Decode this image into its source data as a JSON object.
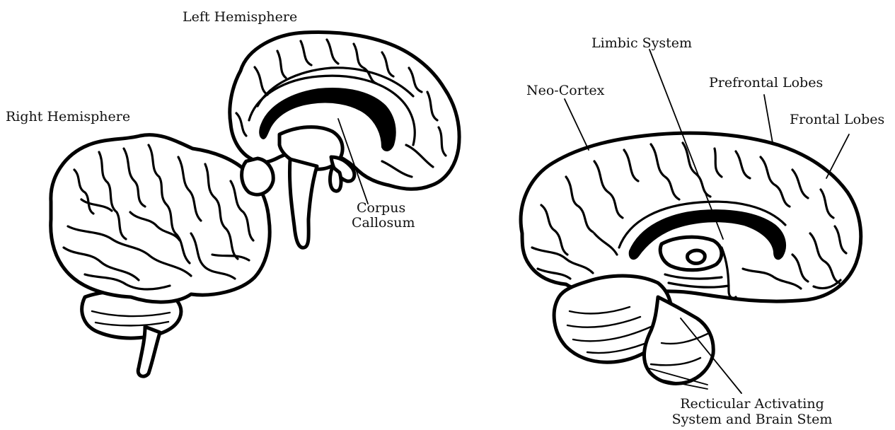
{
  "labels": {
    "left_hemisphere": "Left Hemisphere",
    "right_hemisphere": "Right Hemisphere",
    "corpus_callosum_1": "Corpus",
    "corpus_callosum_2": "Callosum",
    "limbic_system": "Limbic System",
    "neo_cortex": "Neo-Cortex",
    "prefrontal_lobes": "Prefrontal Lobes",
    "frontal_lobes": "Frontal Lobes",
    "reticular_1": "Recticular Activating",
    "reticular_2": "System and Brain Stem"
  },
  "colors": {
    "ink": "#000000",
    "background": "#ffffff"
  }
}
